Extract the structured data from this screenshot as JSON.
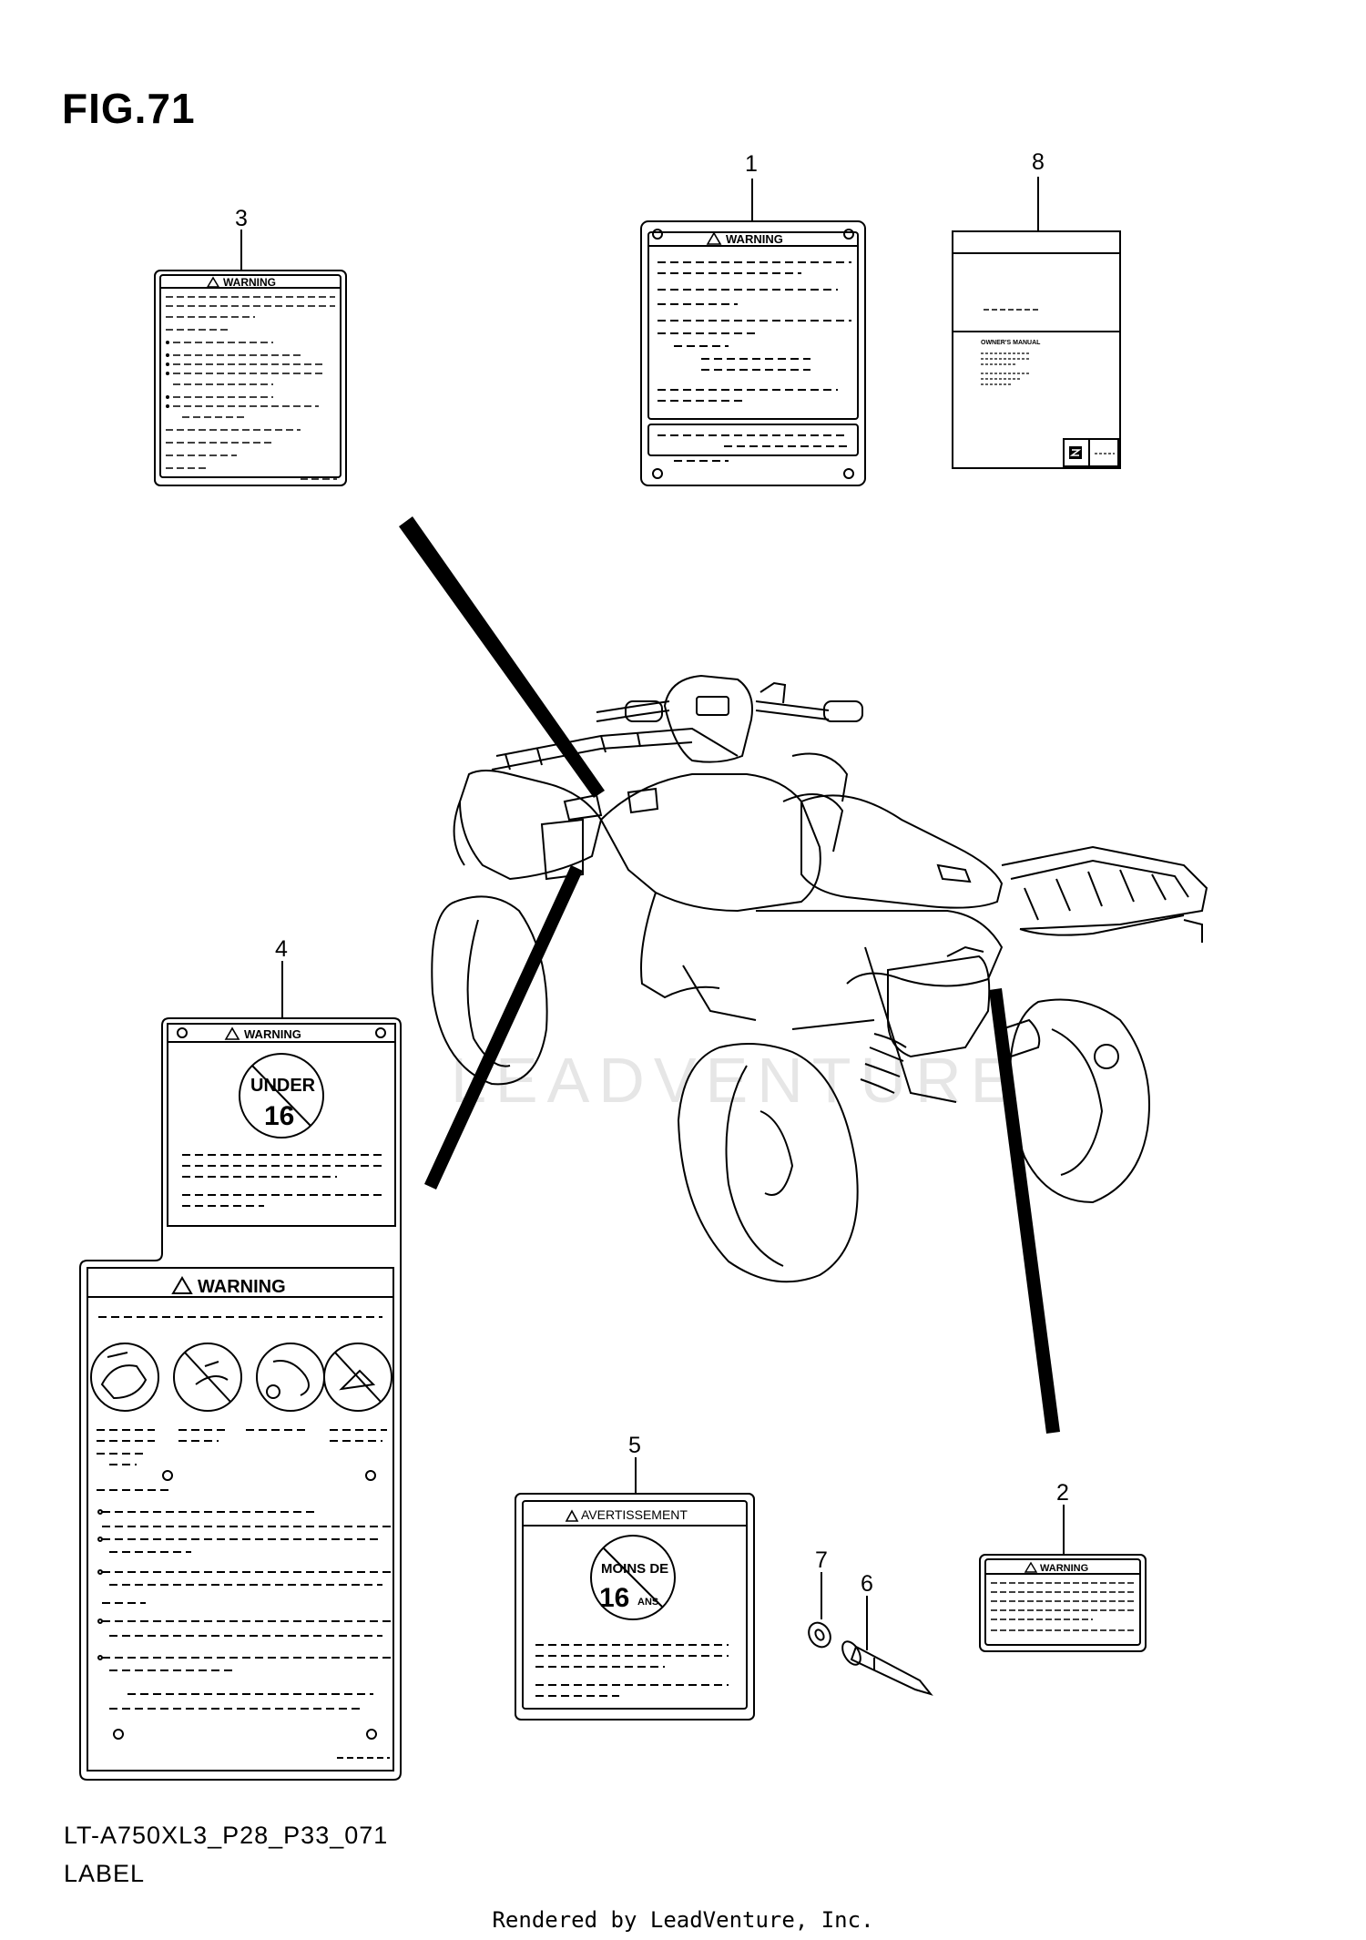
{
  "figure": {
    "title": "FIG.71",
    "footer_code": "LT-A750XL3_P28_P33_071",
    "footer_subtitle": "LABEL",
    "rendered_by": "Rendered by LeadVenture, Inc.",
    "watermark": "LEADVENTURE"
  },
  "callouts": [
    "1",
    "2",
    "3",
    "4",
    "5",
    "6",
    "7",
    "8"
  ],
  "labels": {
    "warning": "WARNING",
    "avertissement": "AVERTISSEMENT",
    "under": "UNDER",
    "age_16": "16",
    "moins_de": "MOINS DE",
    "ans": "ANS",
    "owners_manual": "OWNER'S MANUAL"
  }
}
